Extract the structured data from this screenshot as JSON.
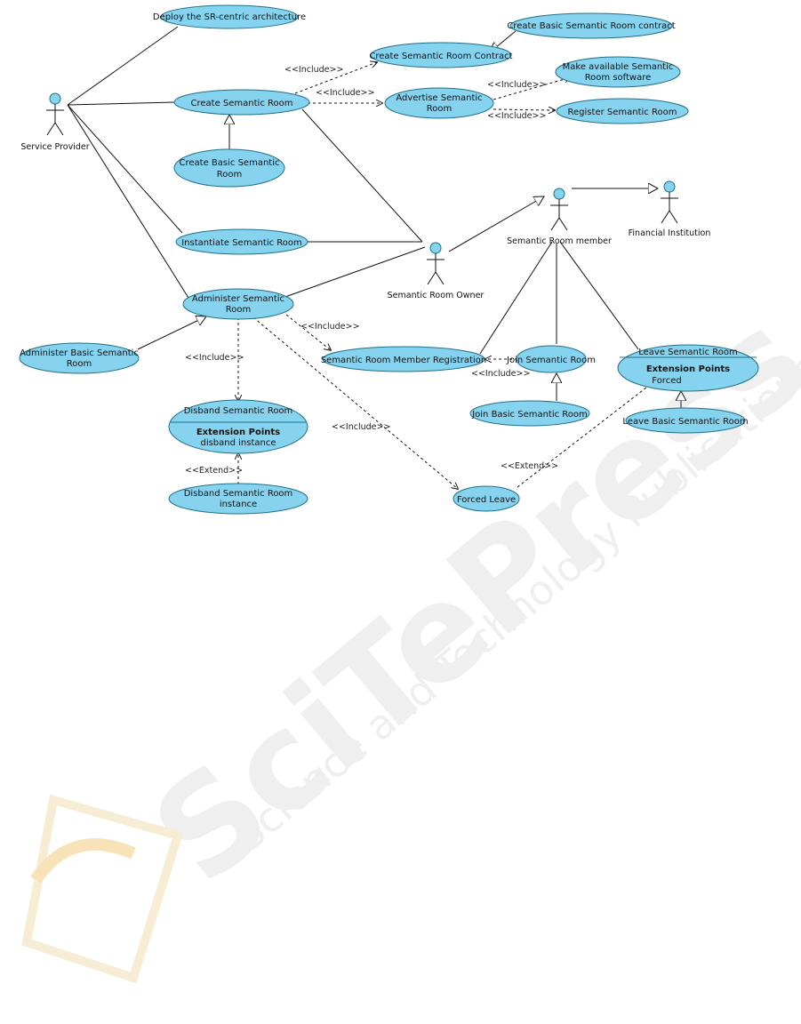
{
  "watermark": {
    "brand": "SciTePress",
    "tagline": "Science and Technology Publications"
  },
  "actors": {
    "service_provider": "Service Provider",
    "semantic_room_owner": "Semantic Room Owner",
    "semantic_room_member": "Semantic Room member",
    "financial_institution": "Financial Institution"
  },
  "use_cases": {
    "deploy": "Deploy the SR-centric architecture",
    "create_basic_contract": "Create Basic Semantic Room contract",
    "create_contract": "Create Semantic Room Contract",
    "make_available": [
      "Make available Semantic",
      "Room software"
    ],
    "advertise": [
      "Advertise Semantic",
      "Room"
    ],
    "create": "Create Semantic Room",
    "register": "Register  Semantic Room",
    "create_basic": [
      "Create Basic Semantic",
      "Room"
    ],
    "instantiate": "Instantiate Semantic Room",
    "administer": [
      "Administer Semantic",
      "Room"
    ],
    "administer_basic": [
      "Administer Basic Semantic",
      "Room"
    ],
    "member_registration": "Semantic Room Member Registration",
    "join": "Join Semantic Room",
    "leave": {
      "title": "Leave Semantic Room",
      "ep_heading": "Extension Points",
      "ep_item": "Forced"
    },
    "join_basic": "Join Basic Semantic Room",
    "leave_basic": "Leave Basic Semantic Room",
    "disband": {
      "title": "Disband Semantic Room",
      "ep_heading": "Extension Points",
      "ep_item": "disband instance"
    },
    "disband_instance": [
      "Disband Semantic Room",
      "instance"
    ],
    "forced_leave": "Forced Leave"
  },
  "stereotypes": {
    "include_create_contract": "<<Include>>",
    "include_advertise": "<<Include>>",
    "include_make_available": "<<Include>>",
    "include_register": "<<Include>>",
    "include_member_registration": "<<Include>>",
    "include_disband": "<<Include>>",
    "include_forced_leave": "<<Include>>",
    "include_join": "<<Include>>",
    "extend_disband": "<<Extend>>",
    "extend_leave": "<<Extend>>"
  },
  "colors": {
    "usecase_fill": "#86d3ef",
    "usecase_stroke": "#1f6f8b",
    "line": "#111111"
  }
}
